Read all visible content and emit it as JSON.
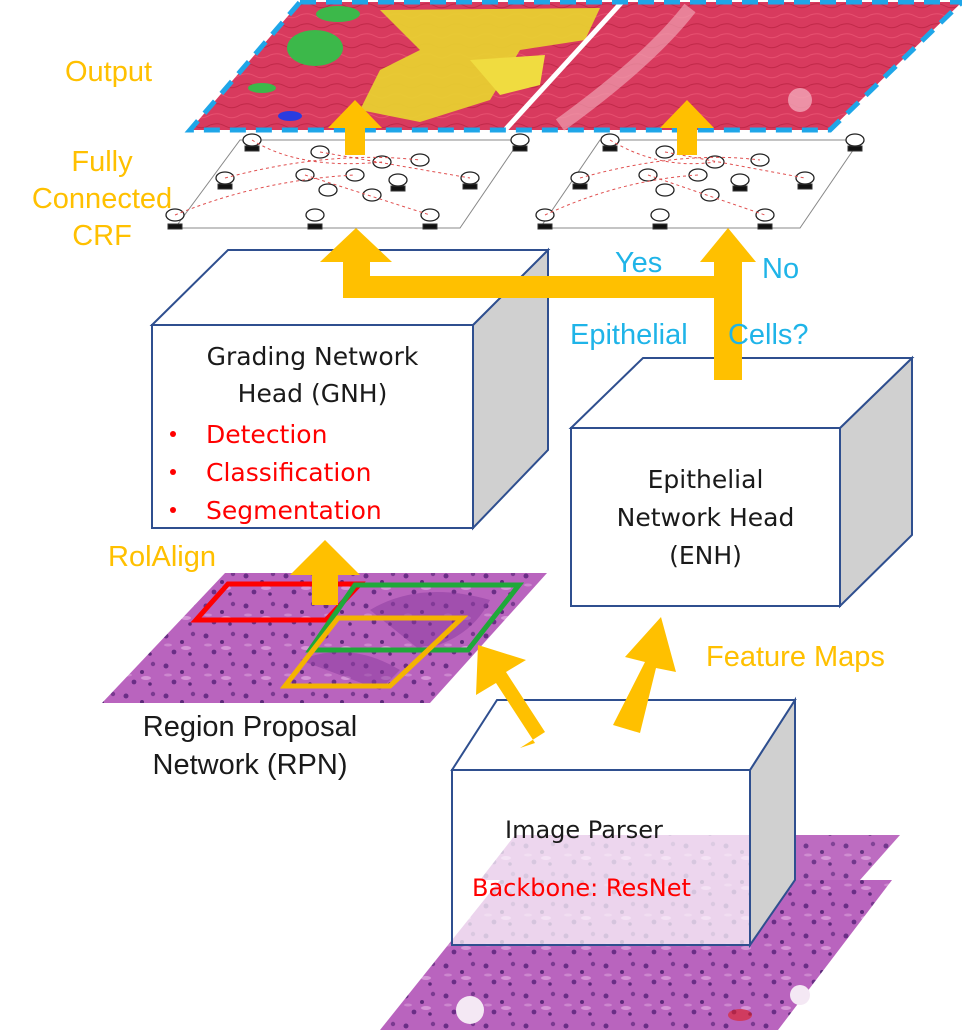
{
  "labels": {
    "output": "Output",
    "crf": [
      "Fully",
      "Connected",
      "CRF"
    ],
    "yes": "Yes",
    "no": "No",
    "epithelial_q": "Epithelial     Cells?",
    "roialign": "RolAlign",
    "feature_maps": "Feature Maps",
    "rpn": [
      "Region Proposal",
      "Network (RPN)"
    ]
  },
  "gnh": {
    "title": [
      "Grading Network",
      "Head (GNH)"
    ],
    "items": [
      "Detection",
      "Classification",
      "Segmentation"
    ]
  },
  "enh": {
    "title": [
      "Epithelial",
      "Network Head",
      "(ENH)"
    ]
  },
  "parser": {
    "title": "Image Parser",
    "backbone": "Backbone: ResNet"
  },
  "colors": {
    "arrow": "#FFC000",
    "label_orange": "#FFC000",
    "label_blue": "#1FB4E8",
    "box_border": "#2F4F8F",
    "box_side": "#D0D0D0",
    "tissue": "#B05CB8",
    "output_red": "#D63A5A",
    "output_yellow": "#E8D430",
    "output_green": "#3CB84A",
    "roi_red": "#FF0000",
    "roi_green": "#1FA83A",
    "roi_yellow": "#F4B400",
    "dashed_border": "#1FA6E8",
    "text_red": "#FF0000"
  }
}
